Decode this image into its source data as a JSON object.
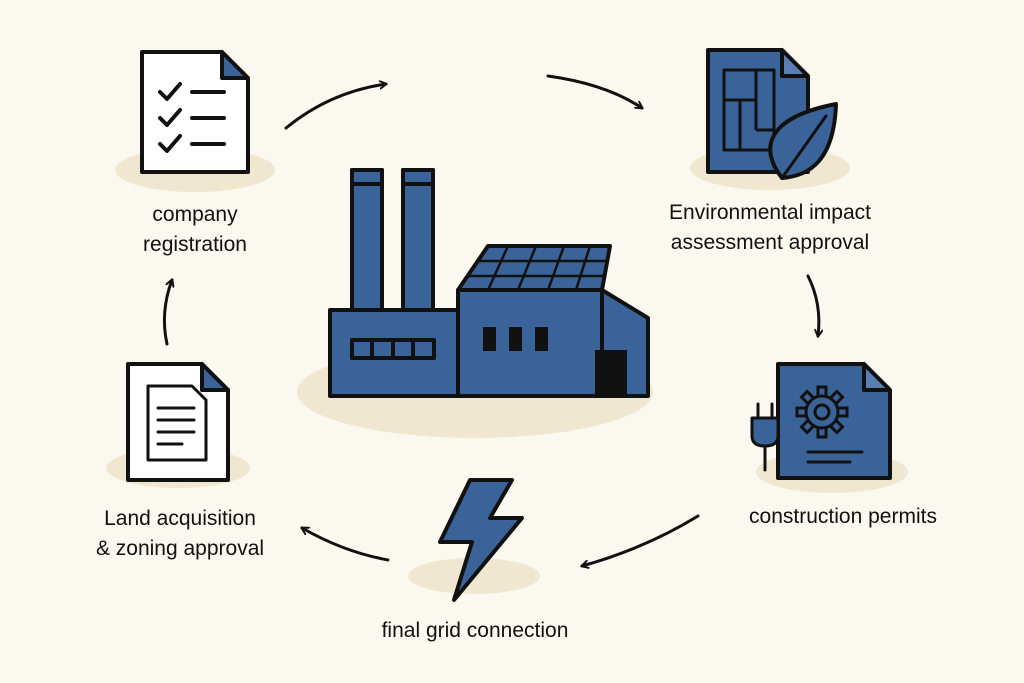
{
  "diagram": {
    "steps": [
      {
        "id": "company-registration",
        "lines": [
          "company",
          "registration"
        ],
        "icon": "checklist-document-icon"
      },
      {
        "id": "environmental-approval",
        "lines": [
          "Environmental impact",
          "assessment approval"
        ],
        "icon": "blueprint-leaf-document-icon"
      },
      {
        "id": "construction-permits",
        "lines": [
          "construction permits"
        ],
        "icon": "gear-plug-document-icon"
      },
      {
        "id": "grid-connection",
        "lines": [
          "final grid connection"
        ],
        "icon": "lightning-bolt-icon"
      },
      {
        "id": "land-acquisition",
        "lines": [
          "Land acquisition",
          "& zoning approval"
        ],
        "icon": "text-document-icon"
      }
    ],
    "center_icon": "factory-icon",
    "colors": {
      "background": "#fbf8f0",
      "primary": "#3a6399",
      "outline": "#111111",
      "shadow": "#efe7d0",
      "paper": "#ffffff",
      "text": "#111111"
    }
  }
}
